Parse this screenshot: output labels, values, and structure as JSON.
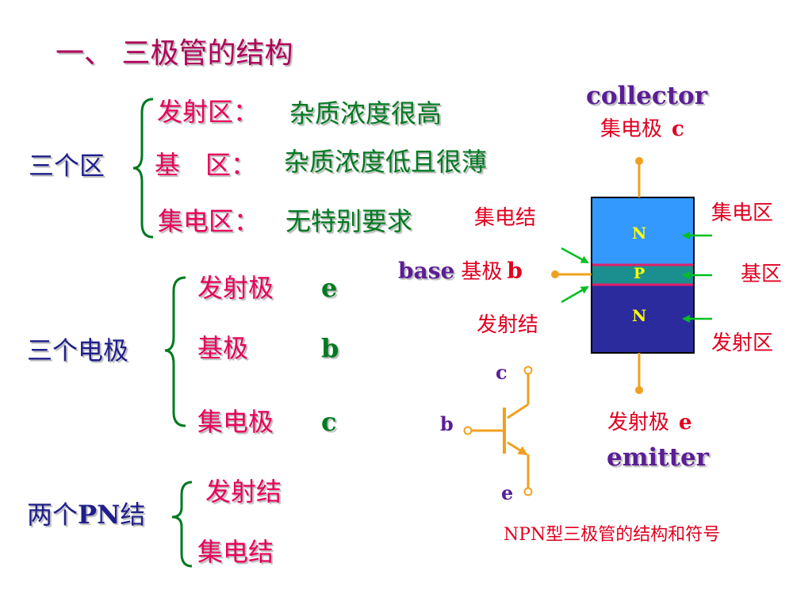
{
  "colors": {
    "title": "#B0005A",
    "pink": "#E8005A",
    "green": "#007A20",
    "navy": "#1F1F8C",
    "purple": "#5B1E96",
    "red": "#E00020",
    "orange": "#F0A020",
    "n_top": "#3399FF",
    "p_mid": "#1B8F8F",
    "n_bot": "#2B2B9E",
    "junction": "#E0206A",
    "arrow_green": "#00C020"
  },
  "title": "一、 三极管的结构",
  "regions": {
    "group_label": "三个区",
    "items": [
      {
        "name": "发射区：",
        "desc": "杂质浓度很高"
      },
      {
        "name": "基　区：",
        "desc": "杂质浓度低且很薄"
      },
      {
        "name": "集电区：",
        "desc": "无特别要求"
      }
    ]
  },
  "electrodes": {
    "group_label": "三个电极",
    "items": [
      {
        "name": "发射极",
        "letter": "e"
      },
      {
        "name": "基极",
        "letter": "b"
      },
      {
        "name": "集电极",
        "letter": "c"
      }
    ]
  },
  "junctions": {
    "group_label_cn": "两个",
    "group_label_pn": "PN",
    "group_label_tail": "结",
    "items": [
      "发射结",
      "集电结"
    ]
  },
  "diagram": {
    "collector_en": "collector",
    "collector_cn": "集电极",
    "collector_letter": "c",
    "base_en": "base",
    "base_cn": "基极",
    "base_letter": "b",
    "emitter_cn": "发射极",
    "emitter_letter": "e",
    "emitter_en": "emitter",
    "layer_top": "N",
    "layer_mid": "P",
    "layer_bot": "N",
    "collector_junction": "集电结",
    "emitter_junction": "发射结",
    "collector_region": "集电区",
    "base_region": "基区",
    "emitter_region": "发射区"
  },
  "symbol": {
    "c": "c",
    "b": "b",
    "e": "e",
    "caption": "NPN型三极管的结构和符号"
  }
}
